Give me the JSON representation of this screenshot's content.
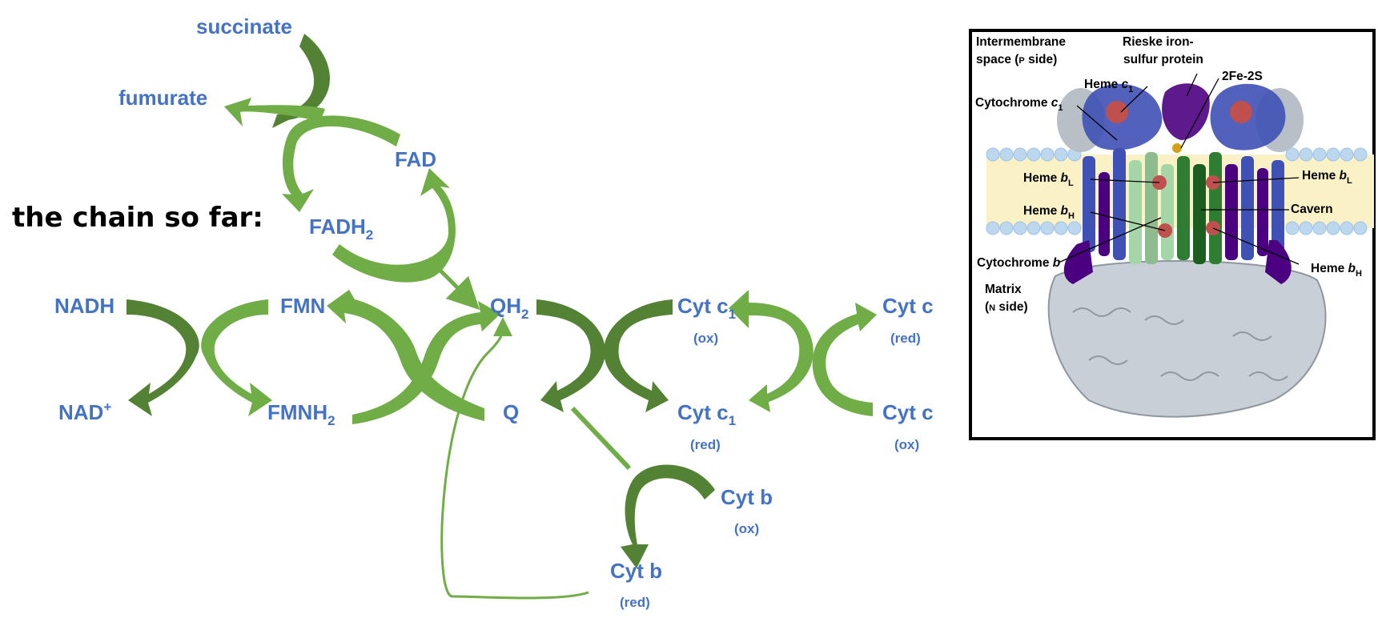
{
  "title": "the chain so far:",
  "colors": {
    "dark_green": "#548235",
    "light_green": "#70AD47",
    "label_blue": "#4472C4"
  },
  "labels": {
    "succinate": "succinate",
    "fumurate": "fumurate",
    "fad": "FAD",
    "fadh2_main": "FADH",
    "fadh2_sub": "2",
    "nadh": "NADH",
    "nad_main": "NAD",
    "nad_sup": "+",
    "fmn": "FMN",
    "fmnh2_main": "FMNH",
    "fmnh2_sub": "2",
    "qh2_main": "QH",
    "qh2_sub": "2",
    "q": "Q",
    "cytc1_ox_main": "Cyt c",
    "cytc1_ox_sub": "1",
    "cytc1_ox_state": "(ox)",
    "cytc1_red_main": "Cyt c",
    "cytc1_red_sub": "1",
    "cytc1_red_state": "(red)",
    "cytc_red_main": "Cyt c",
    "cytc_red_state": "(red)",
    "cytc_ox_main": "Cyt c",
    "cytc_ox_state": "(ox)",
    "cytb_ox_main": "Cyt b",
    "cytb_ox_state": "(ox)",
    "cytb_red_main": "Cyt b",
    "cytb_red_state": "(red)"
  },
  "structure_panel": {
    "intermembrane_line1": "Intermembrane",
    "intermembrane_line2a": "space (",
    "intermembrane_line2b": "P",
    "intermembrane_line2c": " side)",
    "rieske_line1": "Rieske iron-",
    "rieske_line2": "sulfur protein",
    "fe2s": "2Fe-2S",
    "heme_c1_main": "Heme ",
    "heme_c1_ital": "c",
    "heme_c1_sub": "1",
    "cyto_c1_main": "Cytochrome ",
    "cyto_c1_ital": "c",
    "cyto_c1_sub": "1",
    "heme_bl_main": "Heme ",
    "heme_bl_ital": "b",
    "heme_bl_sub": "L",
    "heme_bh_main": "Heme ",
    "heme_bh_ital": "b",
    "heme_bh_sub": "H",
    "cavern": "Cavern",
    "cyto_b_main": "Cytochrome ",
    "cyto_b_ital": "b",
    "matrix_line1": "Matrix",
    "matrix_line2a": "(",
    "matrix_line2b": "N",
    "matrix_line2c": " side)"
  }
}
